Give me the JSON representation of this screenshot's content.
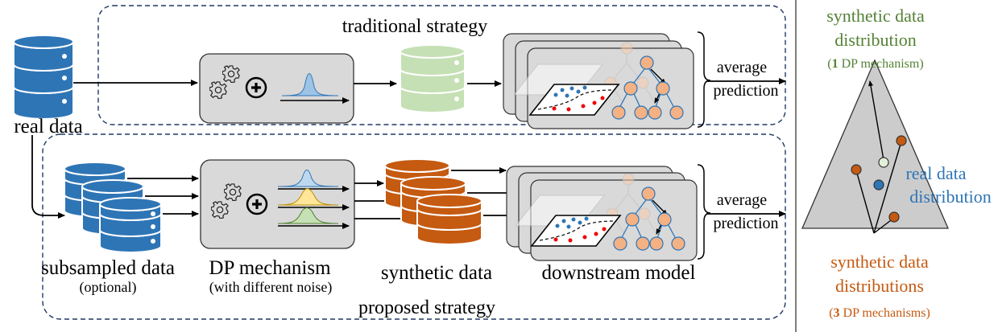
{
  "labels": {
    "traditional_strategy": "traditional strategy",
    "proposed_strategy": "proposed strategy",
    "real_data": "real data",
    "average_1": "average",
    "prediction_1": "prediction",
    "average_2": "average",
    "prediction_2": "prediction",
    "subsampled_data": "subsampled data",
    "optional": "(optional)",
    "dp_mechanism": "DP mechanism",
    "with_noise": "(with different noise)",
    "synthetic_data": "synthetic data",
    "downstream_model": "downstream model"
  },
  "right_panel": {
    "top_line1": "synthetic data",
    "top_line2": "distribution",
    "top_count": "1",
    "top_mech": "DP mechanism)",
    "real_line1": "real data",
    "real_line2": "distribution",
    "bottom_line1": "synthetic data",
    "bottom_line2": "distributions",
    "bottom_count": "3",
    "bottom_mech": "DP mechanisms)"
  },
  "colors": {
    "real_db": "#2e75b6",
    "synthetic_db_single": "#a9d18e",
    "synthetic_db_multi": "#c55a11",
    "green_text": "#548235",
    "orange_text": "#c55a11",
    "blue_text": "#2e75b6",
    "panel_fill": "#d9d9d9",
    "triangle_fill": "#cccccc"
  }
}
